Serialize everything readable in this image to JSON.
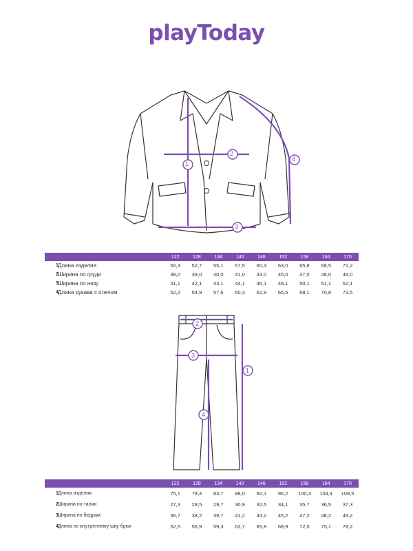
{
  "brand": {
    "logo_text": "playToday"
  },
  "jacket": {
    "labels": [
      "1",
      "2",
      "3",
      "4"
    ],
    "sizes": [
      "122",
      "128",
      "134",
      "140",
      "146",
      "152",
      "158",
      "164",
      "170"
    ],
    "rows": [
      {
        "num": "1",
        "label": "Длина изделия",
        "values": [
          "50,3",
          "52,7",
          "55,1",
          "57,5",
          "60,3",
          "63,0",
          "65,8",
          "68,5",
          "71,2"
        ]
      },
      {
        "num": "2",
        "label": "Ширина по груди",
        "values": [
          "38,0",
          "39,0",
          "40,0",
          "41,0",
          "43,0",
          "45,0",
          "47,0",
          "48,0",
          "49,0"
        ]
      },
      {
        "num": "3",
        "label": "Ширина по низу",
        "values": [
          "41,1",
          "42,1",
          "43,1",
          "44,1",
          "46,1",
          "48,1",
          "50,1",
          "51,1",
          "52,1"
        ]
      },
      {
        "num": "4",
        "label": "Длина рукава с плечом",
        "values": [
          "52,2",
          "54,9",
          "57,6",
          "60,3",
          "62,9",
          "65,5",
          "68,1",
          "70,8",
          "73,5"
        ]
      }
    ]
  },
  "trousers": {
    "labels": [
      "1",
      "2",
      "3",
      "4"
    ],
    "sizes": [
      "122",
      "128",
      "134",
      "140",
      "146",
      "152",
      "158",
      "164",
      "170"
    ],
    "rows": [
      {
        "num": "1",
        "label": "Длина изделия",
        "values": [
          "75,1",
          "79,4",
          "83,7",
          "88,0",
          "92,1",
          "96,2",
          "100,3",
          "104,4",
          "108,5"
        ]
      },
      {
        "num": "2",
        "label": "Ширина по талии",
        "values": [
          "27,3",
          "28,5",
          "29,7",
          "30,9",
          "32,5",
          "34,1",
          "35,7",
          "36,5",
          "37,3"
        ]
      },
      {
        "num": "3",
        "label": "Ширина по бедрам",
        "values": [
          "36,7",
          "38,2",
          "39,7",
          "41,2",
          "43,2",
          "45,2",
          "47,2",
          "48,2",
          "49,2"
        ]
      },
      {
        "num": "4",
        "label": "Длина по внутреннему шву брюк",
        "values": [
          "52,5",
          "55,9",
          "59,3",
          "62,7",
          "65,8",
          "68,9",
          "72,0",
          "75,1",
          "78,2"
        ]
      }
    ]
  },
  "colors": {
    "accent": "#7b4fb0",
    "line": "#333333"
  }
}
